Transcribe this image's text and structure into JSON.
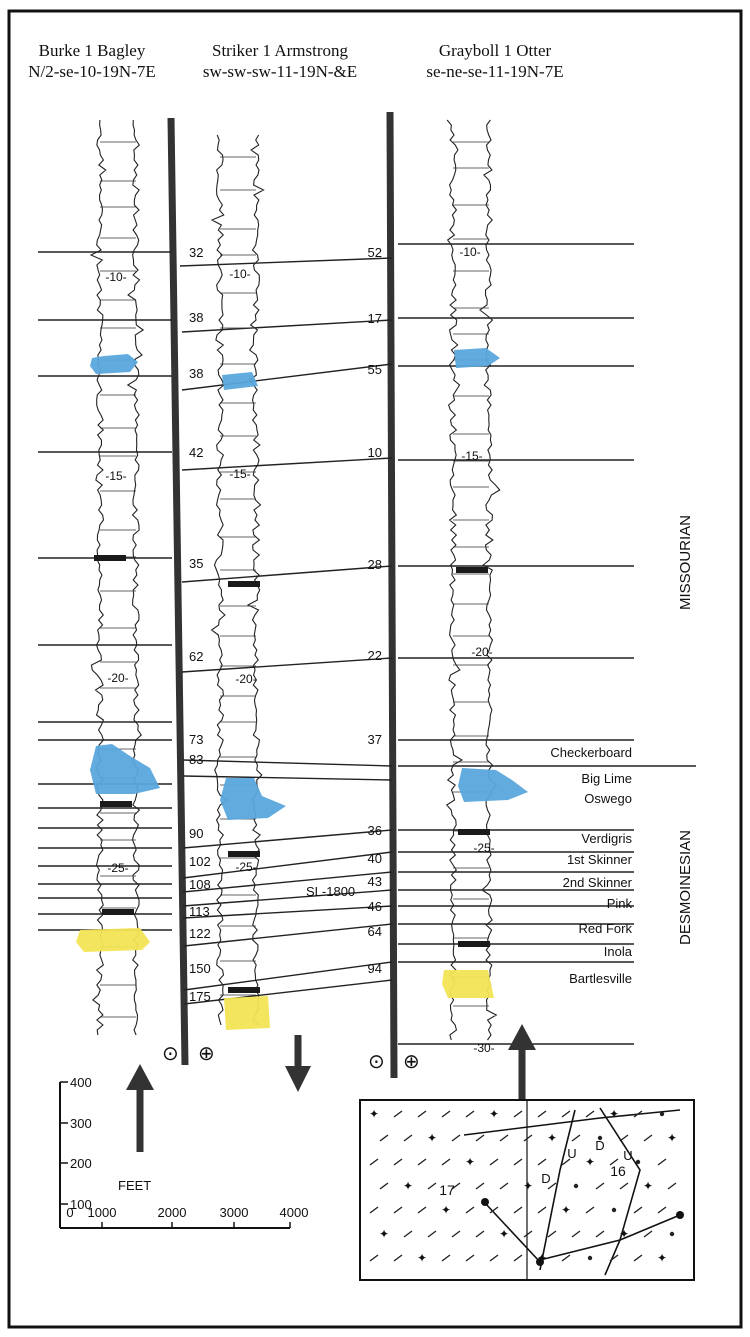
{
  "wells": [
    {
      "name": "Burke 1 Bagley",
      "location": "N/2-se-10-19N-7E"
    },
    {
      "name": "Striker 1 Armstrong",
      "location": "sw-sw-sw-11-19N-&E"
    },
    {
      "name": "Grayboll 1 Otter",
      "location": "se-ne-se-11-19N-7E"
    }
  ],
  "depth_marks": [
    {
      "well": 1,
      "label": "-10-"
    },
    {
      "well": 1,
      "label": "-15-"
    },
    {
      "well": 1,
      "label": "-20-"
    },
    {
      "well": 1,
      "label": "-25-"
    },
    {
      "well": 2,
      "label": "-10-"
    },
    {
      "well": 2,
      "label": "-15-"
    },
    {
      "well": 2,
      "label": "-20-"
    },
    {
      "well": 2,
      "label": "-25-"
    },
    {
      "well": 3,
      "label": "-10-"
    },
    {
      "well": 3,
      "label": "-15-"
    },
    {
      "well": 3,
      "label": "-20-"
    },
    {
      "well": 3,
      "label": "-25-"
    },
    {
      "well": 3,
      "label": "-30-"
    }
  ],
  "left_interval_values": [
    "32",
    "38",
    "38",
    "42",
    "35",
    "62",
    "73",
    "83",
    "90",
    "102",
    "108",
    "113",
    "122",
    "150",
    "175"
  ],
  "right_interval_values": [
    "52",
    "17",
    "55",
    "10",
    "28",
    "22",
    "37",
    "36",
    "40",
    "43",
    "46",
    "64",
    "94"
  ],
  "marker_label": "SL-1800",
  "formations": [
    {
      "name": "Checkerboard"
    },
    {
      "name": "Big Lime"
    },
    {
      "name": "Oswego"
    },
    {
      "name": "Verdigris"
    },
    {
      "name": "1st Skinner"
    },
    {
      "name": "2nd Skinner"
    },
    {
      "name": "Pink"
    },
    {
      "name": "Red Fork"
    },
    {
      "name": "Inola"
    },
    {
      "name": "Bartlesville"
    }
  ],
  "series_labels": [
    "MISSOURIAN",
    "DESMOINESIAN"
  ],
  "fault_symbols": [
    "⊙",
    "⊕",
    "⊙",
    "⊕"
  ],
  "scale_bar": {
    "vertical_ticks": [
      "400",
      "300",
      "200",
      "100"
    ],
    "horizontal_ticks": [
      "0",
      "1000",
      "2000",
      "3000",
      "4000"
    ],
    "unit_label": "FEET"
  },
  "map_inset": {
    "section_labels": [
      "17",
      "16"
    ],
    "fault_letters": [
      "D",
      "U",
      "D",
      "U"
    ]
  },
  "colors": {
    "limestone_blue": "#5aa6dc",
    "sandstone_yellow": "#f3e455",
    "ink": "#111111",
    "coal": "#1a1a1a"
  }
}
